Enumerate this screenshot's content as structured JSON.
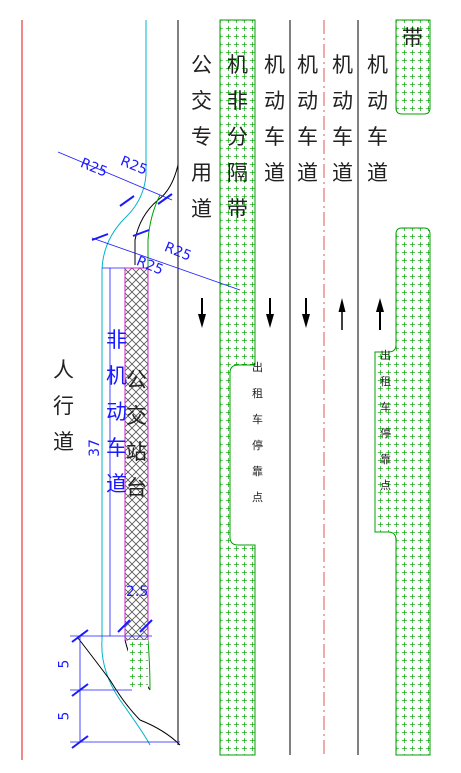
{
  "lanes": {
    "bus_lane": "公交专用道",
    "non_motor_separator": "机非分隔带",
    "motor_lane_1": "机动车道",
    "motor_lane_2": "机动车道",
    "motor_lane_3": "机动车道",
    "motor_lane_4": "机动车道",
    "median_top": "带"
  },
  "left_side": {
    "sidewalk": "人行道",
    "non_motor_lane": "非机动车道",
    "bus_platform": "公交站台"
  },
  "taxi_stops": {
    "left": "出租车停靠点",
    "right": "出租车停靠点"
  },
  "dimensions": {
    "r25_a": "R25",
    "r25_b": "R25",
    "r25_c": "R25",
    "r25_d": "R25",
    "length_37": "37",
    "width_2_5": "2.5",
    "five_a": "5",
    "five_b": "5"
  },
  "colors": {
    "line": "#000000",
    "red_edge": "#e8383d",
    "dim": "#1a1aff",
    "green": "#00a000",
    "cyan": "#00b4c8",
    "magenta": "#d020d0",
    "centerline": "#e05555"
  }
}
